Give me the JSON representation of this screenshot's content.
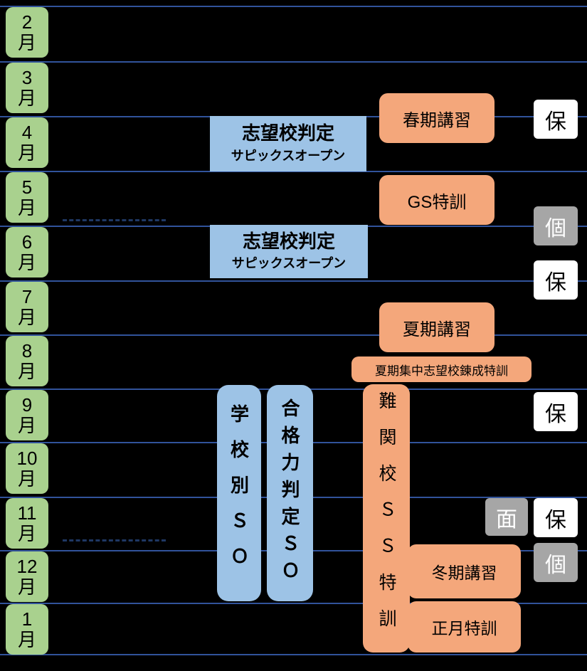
{
  "canvas": {
    "bg": "#000000",
    "line_color": "#31539B",
    "month_green": "#A9D18E",
    "test_blue": "#9DC3E6",
    "course_orange": "#F4A77B",
    "marker_gray": "#A6A6A6",
    "marker_white": "#FFFFFF"
  },
  "months": [
    {
      "label": "2\n月"
    },
    {
      "label": "3\n月"
    },
    {
      "label": "4\n月"
    },
    {
      "label": "5\n月"
    },
    {
      "label": "6\n月"
    },
    {
      "label": "7\n月"
    },
    {
      "label": "8\n月"
    },
    {
      "label": "9\n月"
    },
    {
      "label": "10\n月"
    },
    {
      "label": "11\n月"
    },
    {
      "label": "12\n月"
    },
    {
      "label": "1\n月"
    }
  ],
  "tests": {
    "shiboko_april": {
      "title": "志望校判定",
      "subtitle": "サピックスオープン"
    },
    "shiboko_june": {
      "title": "志望校判定",
      "subtitle": "サピックスオープン"
    },
    "gakkou_betsu_so": "学校別ＳＯ",
    "goukakuryoku_so": "合格力判定ＳＯ"
  },
  "courses": {
    "spring": "春期講習",
    "gs": "GS特訓",
    "summer": "夏期講習",
    "summer_shibokou": "夏期集中志望校錬成特訓",
    "nankanko_ss": "難関校ＳＳ特訓",
    "winter": "冬期講習",
    "new_year": "正月特訓"
  },
  "markers": {
    "ho": "保",
    "ko": "個",
    "men": "面"
  }
}
